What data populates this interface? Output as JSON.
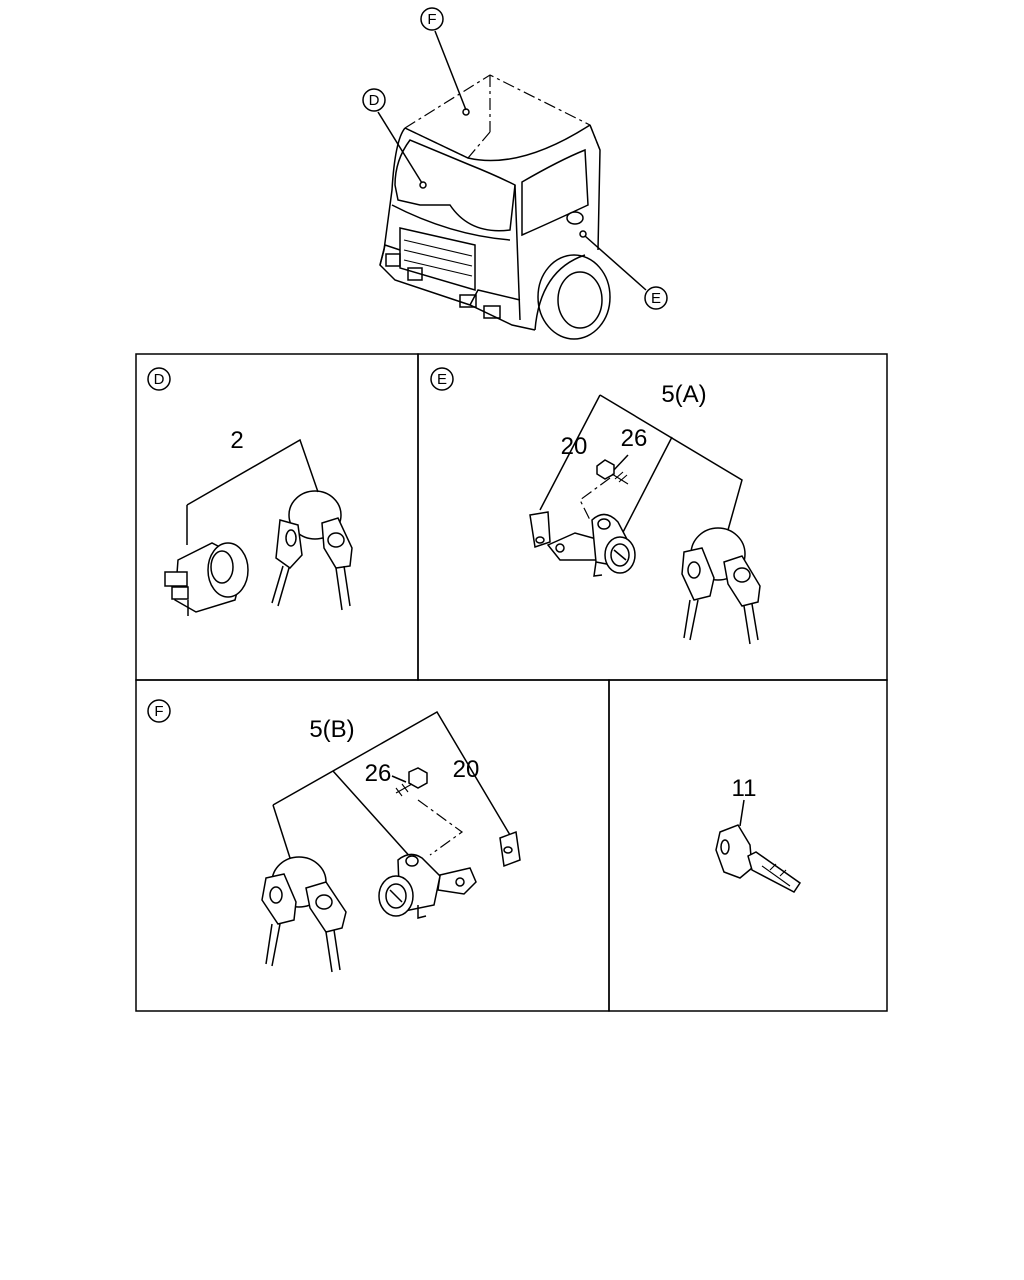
{
  "callouts": {
    "overview_f": "F",
    "overview_d": "D",
    "overview_e": "E",
    "panel_d": "D",
    "panel_e": "E",
    "panel_f": "F"
  },
  "part_numbers": {
    "ignition_lock_set": "2",
    "door_lock_set_a": "5(A)",
    "clip_e": "20",
    "screw_e": "26",
    "door_lock_set_b": "5(B)",
    "screw_f": "26",
    "clip_f": "20",
    "blank_key": "11"
  }
}
